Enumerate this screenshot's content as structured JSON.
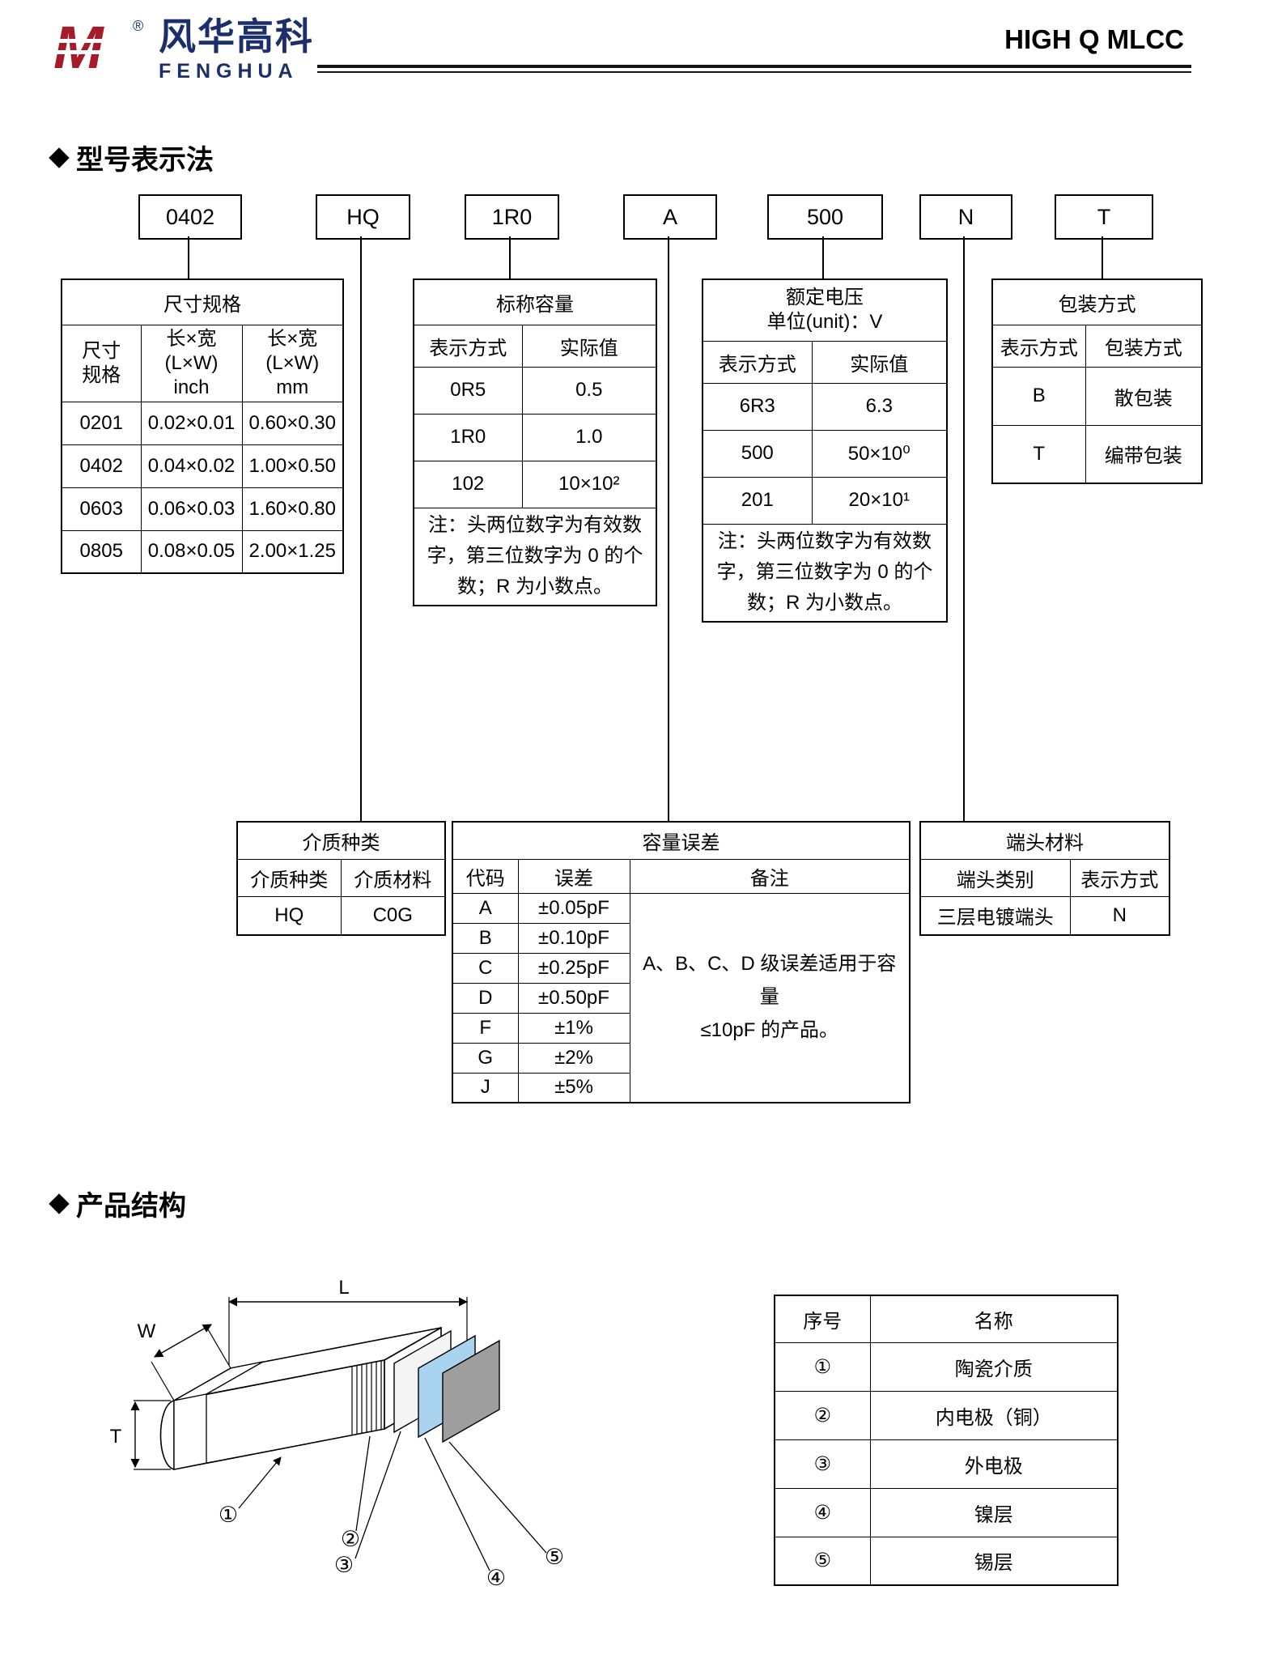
{
  "colors": {
    "brand_icon": "#a61b29",
    "brand_text": "#1b2f6b",
    "layer_blue": "#a9d3ee",
    "layer_gray": "#9e9e9e",
    "line_black": "#000000"
  },
  "header": {
    "logo_glyph": "M",
    "registered": "®",
    "brand_cn": "风华高科",
    "brand_en": "FENGHUA",
    "doc_title": "HIGH Q MLCC"
  },
  "sections": {
    "model": "型号表示法",
    "structure": "产品结构"
  },
  "part_code": {
    "segments": [
      "0402",
      "HQ",
      "1R0",
      "A",
      "500",
      "N",
      "T"
    ]
  },
  "size_table": {
    "title": "尺寸规格",
    "headers": [
      "尺寸\n规格",
      "长×宽\n(L×W)\ninch",
      "长×宽\n(L×W)\nmm"
    ],
    "rows": [
      [
        "0201",
        "0.02×0.01",
        "0.60×0.30"
      ],
      [
        "0402",
        "0.04×0.02",
        "1.00×0.50"
      ],
      [
        "0603",
        "0.06×0.03",
        "1.60×0.80"
      ],
      [
        "0805",
        "0.08×0.05",
        "2.00×1.25"
      ]
    ]
  },
  "cap_table": {
    "title": "标称容量",
    "headers": [
      "表示方式",
      "实际值"
    ],
    "rows": [
      [
        "0R5",
        "0.5"
      ],
      [
        "1R0",
        "1.0"
      ],
      [
        "102",
        "10×10²"
      ]
    ],
    "note": "注：头两位数字为有效数字，第三位数字为 0 的个数；R 为小数点。"
  },
  "volt_table": {
    "title": "额定电压\n单位(unit)：V",
    "headers": [
      "表示方式",
      "实际值"
    ],
    "rows": [
      [
        "6R3",
        "6.3"
      ],
      [
        "500",
        "50×10⁰"
      ],
      [
        "201",
        "20×10¹"
      ]
    ],
    "note": "注：头两位数字为有效数字，第三位数字为 0 的个数；R 为小数点。"
  },
  "pack_table": {
    "title": "包装方式",
    "headers": [
      "表示方式",
      "包装方式"
    ],
    "rows": [
      [
        "B",
        "散包装"
      ],
      [
        "T",
        "编带包装"
      ]
    ]
  },
  "diel_table": {
    "title": "介质种类",
    "headers": [
      "介质种类",
      "介质材料"
    ],
    "rows": [
      [
        "HQ",
        "C0G"
      ]
    ]
  },
  "tol_table": {
    "title": "容量误差",
    "headers": [
      "代码",
      "误差",
      "备注"
    ],
    "rows": [
      [
        "A",
        "±0.05pF"
      ],
      [
        "B",
        "±0.10pF"
      ],
      [
        "C",
        "±0.25pF"
      ],
      [
        "D",
        "±0.50pF"
      ],
      [
        "F",
        "±1%"
      ],
      [
        "G",
        "±2%"
      ],
      [
        "J",
        "±5%"
      ]
    ],
    "note": "A、B、C、D 级误差适用于容量\n≤10pF 的产品。"
  },
  "term_table": {
    "title": "端头材料",
    "headers": [
      "端头类别",
      "表示方式"
    ],
    "rows": [
      [
        "三层电镀端头",
        "N"
      ]
    ]
  },
  "structure_table": {
    "headers": [
      "序号",
      "名称"
    ],
    "rows": [
      [
        "①",
        "陶瓷介质"
      ],
      [
        "②",
        "内电极（铜）"
      ],
      [
        "③",
        "外电极"
      ],
      [
        "④",
        "镍层"
      ],
      [
        "⑤",
        "锡层"
      ]
    ]
  },
  "diagram": {
    "dim_w": "W",
    "dim_l": "L",
    "dim_t": "T",
    "callouts": [
      "①",
      "②",
      "③",
      "④",
      "⑤"
    ]
  }
}
